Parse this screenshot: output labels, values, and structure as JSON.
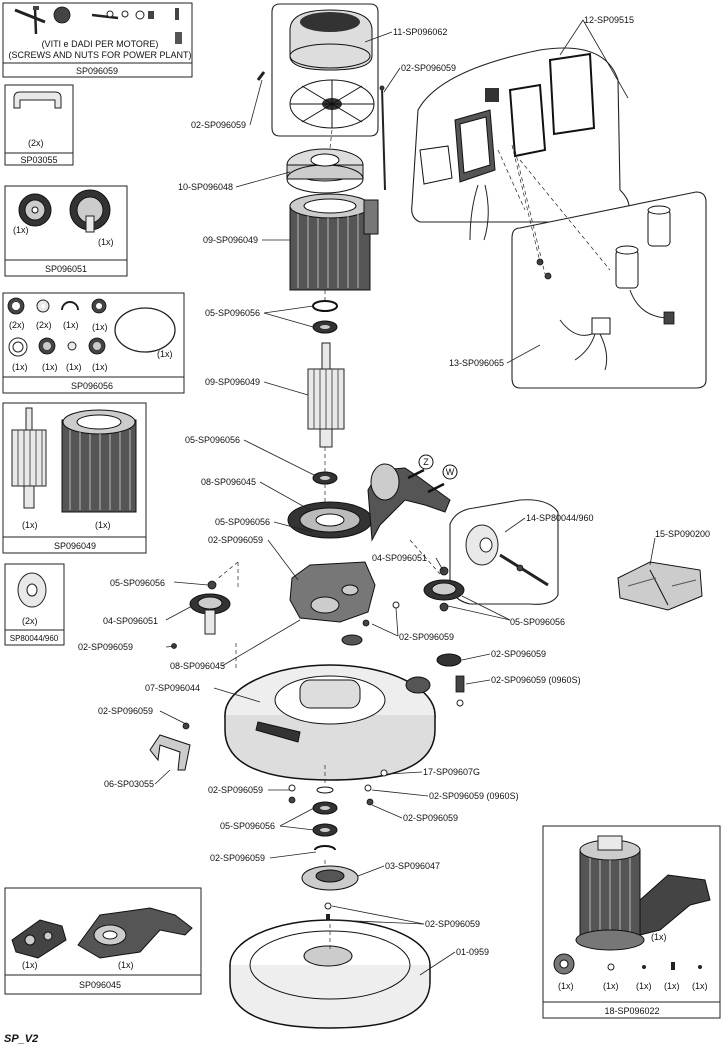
{
  "callouts": {
    "c11": "11-SP096062",
    "c02a": "02-SP096059",
    "c02b": "02-SP096059",
    "c12": "12-SP09515",
    "c10": "10-SP096048",
    "c09a": "09-SP096049",
    "c05a": "05-SP096056",
    "c09b": "09-SP096049",
    "c13": "13-SP096065",
    "c05b": "05-SP096056",
    "c08a": "08-SP096045",
    "c14": "14-SP80044/960",
    "c05c": "05-SP096056",
    "c02c": "02-SP096059",
    "c15": "15-SP090200",
    "c04a": "04-SP096051",
    "c05d": "05-SP096056",
    "c05e": "05-SP096056",
    "c04b": "04-SP096051",
    "c02d": "02-SP096059",
    "c02e": "02-SP096059",
    "c08b": "08-SP096045",
    "c02f": "02-SP096059",
    "c07": "07-SP096044",
    "c02g": "02-SP096059 (0960S)",
    "c02h": "02-SP096059",
    "c06": "06-SP03055",
    "c17": "17-SP09607G",
    "c02i": "02-SP096059",
    "c02j": "02-SP096059 (0960S)",
    "c05f": "05-SP096056",
    "c02k": "02-SP096059",
    "c02l": "02-SP096059",
    "c03": "03-SP096047",
    "c02m": "02-SP096059",
    "c01": "01-0959",
    "arrowZ": "Z",
    "arrowW": "W"
  },
  "kits": {
    "screws": {
      "line1": "(VITI e DADI PER MOTORE)",
      "line2": "(SCREWS AND NUTS FOR POWER PLANT)",
      "code": "SP096059"
    },
    "handle": {
      "qty": "(2x)",
      "code": "SP03055"
    },
    "gears": {
      "qty1": "(1x)",
      "qty2": "(1x)",
      "code": "SP096051"
    },
    "bearings": {
      "q1": "(2x)",
      "q2": "(2x)",
      "q3": "(1x)",
      "q4": "(1x)",
      "q5": "(1x)",
      "q6": "(1x)",
      "q7": "(1x)",
      "q8": "(1x)",
      "q9": "(1x)",
      "code": "SP096056"
    },
    "motor": {
      "qty1": "(1x)",
      "qty2": "(1x)",
      "code": "SP096049"
    },
    "wheel": {
      "qty": "(2x)",
      "code": "SP80044/960"
    },
    "gearbox": {
      "qty1": "(1x)",
      "qty2": "(1x)",
      "code": "SP096045"
    },
    "assembly": {
      "q_main": "(1x)",
      "q1": "(1x)",
      "q2": "(1x)",
      "q3": "(1x)",
      "q4": "(1x)",
      "q5": "(1x)",
      "code": "18-SP096022"
    }
  },
  "footer": {
    "revision": "SP_V2"
  }
}
